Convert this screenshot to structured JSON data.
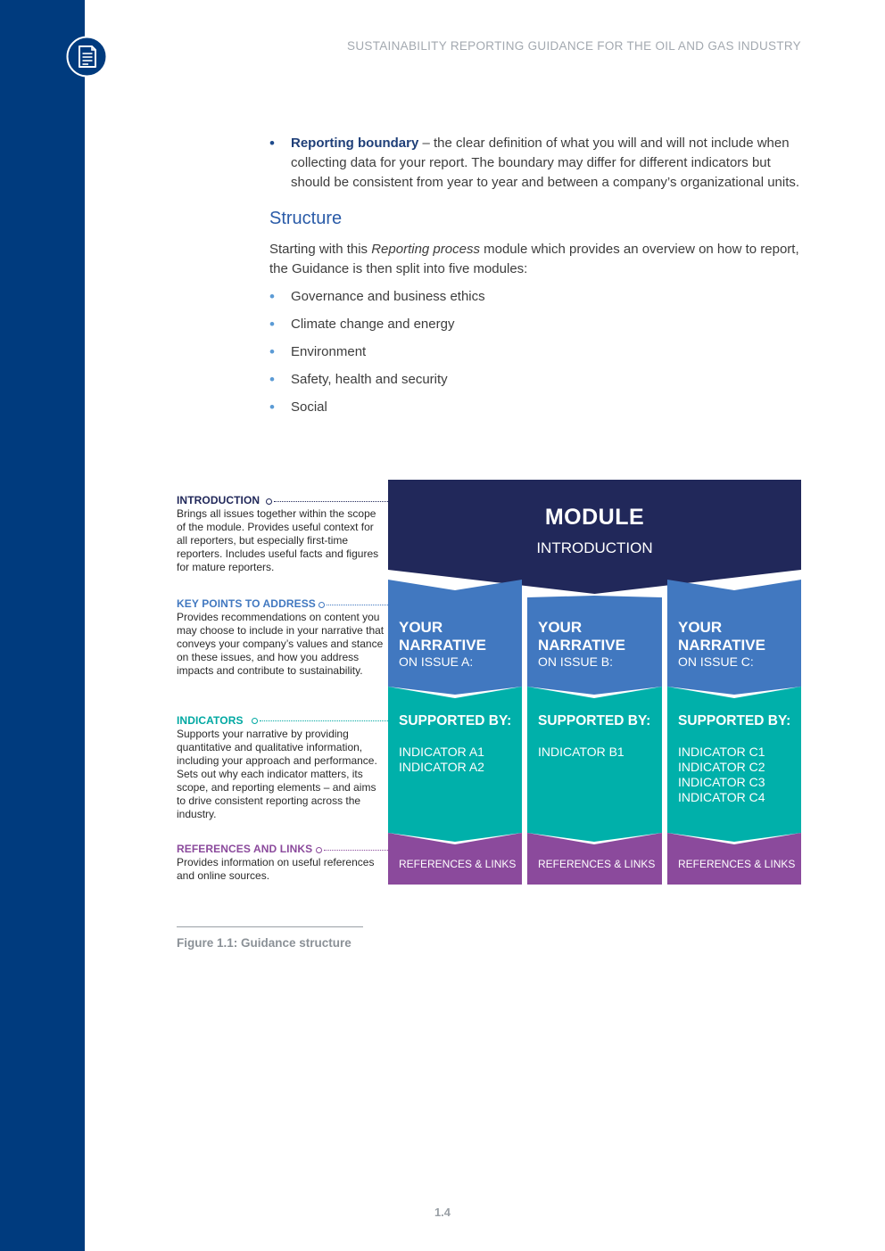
{
  "header": {
    "running_title": "SUSTAINABILITY REPORTING GUIDANCE FOR THE OIL AND GAS INDUSTRY"
  },
  "colors": {
    "sidebar": "#003b7e",
    "module_header": "#21285a",
    "narrative": "#4178c0",
    "supported": "#00b0aa",
    "references": "#8b4a9c"
  },
  "icons": {
    "section_icon": "document-icon"
  },
  "boundary_bullet": {
    "term": "Reporting boundary",
    "text": " – the clear definition of what you will and will not include when collecting data for your report. The boundary may differ for different indicators but should be consistent from year to year and between a company’s organizational units."
  },
  "structure": {
    "heading": "Structure",
    "intro_pre": "Starting with this ",
    "intro_italic": "Reporting process",
    "intro_post": " module which provides an overview on how to report, the Guidance is then split into five modules:",
    "modules": [
      "Governance and business ethics",
      "Climate change and energy",
      "Environment",
      "Safety, health and security",
      "Social"
    ]
  },
  "figure": {
    "legend": [
      {
        "title": "INTRODUCTION",
        "text": "Brings all issues together within the scope of the module. Provides useful context for all reporters, but especially first-time reporters. Includes useful facts and figures for mature reporters."
      },
      {
        "title": "KEY POINTS TO ADDRESS",
        "text": "Provides recommendations on content you may choose to include in your narrative that conveys your company’s values and stance on these issues, and how you address impacts and contribute to sustainability."
      },
      {
        "title": "INDICATORS",
        "text": "Supports your narrative by providing quantitative and qualitative information, including your approach and performance. Sets out why each indicator matters, its scope, and reporting elements – and aims to drive consistent reporting across the industry."
      },
      {
        "title": "REFERENCES AND LINKS",
        "text": "Provides information on useful references and online sources."
      }
    ],
    "module_title": "MODULE",
    "module_subtitle": "INTRODUCTION",
    "columns": [
      {
        "narrative_line1": "YOUR",
        "narrative_line2": "NARRATIVE",
        "narrative_sub": "ON ISSUE A:",
        "supported_label": "SUPPORTED BY:",
        "indicators": [
          "INDICATOR A1",
          "INDICATOR A2"
        ],
        "references_label": "REFERENCES & LINKS"
      },
      {
        "narrative_line1": "YOUR",
        "narrative_line2": "NARRATIVE",
        "narrative_sub": "ON ISSUE B:",
        "supported_label": "SUPPORTED BY:",
        "indicators": [
          "INDICATOR B1"
        ],
        "references_label": "REFERENCES & LINKS"
      },
      {
        "narrative_line1": "YOUR",
        "narrative_line2": "NARRATIVE",
        "narrative_sub": "ON ISSUE C:",
        "supported_label": "SUPPORTED BY:",
        "indicators": [
          "INDICATOR C1",
          "INDICATOR C2",
          "INDICATOR C3",
          "INDICATOR C4"
        ],
        "references_label": "REFERENCES & LINKS"
      }
    ],
    "caption": "Figure 1.1: Guidance structure"
  },
  "footer": {
    "page_number": "1.4"
  }
}
